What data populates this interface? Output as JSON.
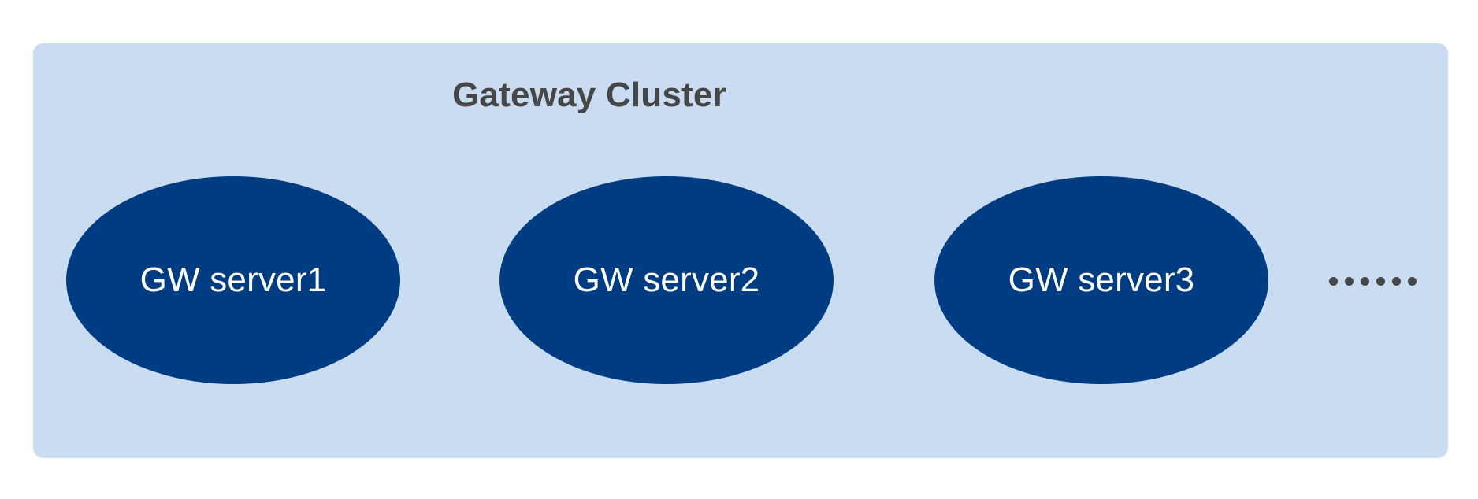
{
  "diagram": {
    "title": "Gateway Cluster",
    "container": {
      "fill_color": "#c9dcf2",
      "corner_radius": "13px"
    },
    "title_color": "#464646",
    "node_fill_color": "#003c82",
    "node_label_color": "#ffffff",
    "nodes": [
      {
        "label": "GW server1"
      },
      {
        "label": "GW server2"
      },
      {
        "label": "GW server3"
      }
    ],
    "overflow_indicator": {
      "name": "ellipsis",
      "glyph": "……",
      "dot_count": 6,
      "color": "#464646"
    }
  }
}
